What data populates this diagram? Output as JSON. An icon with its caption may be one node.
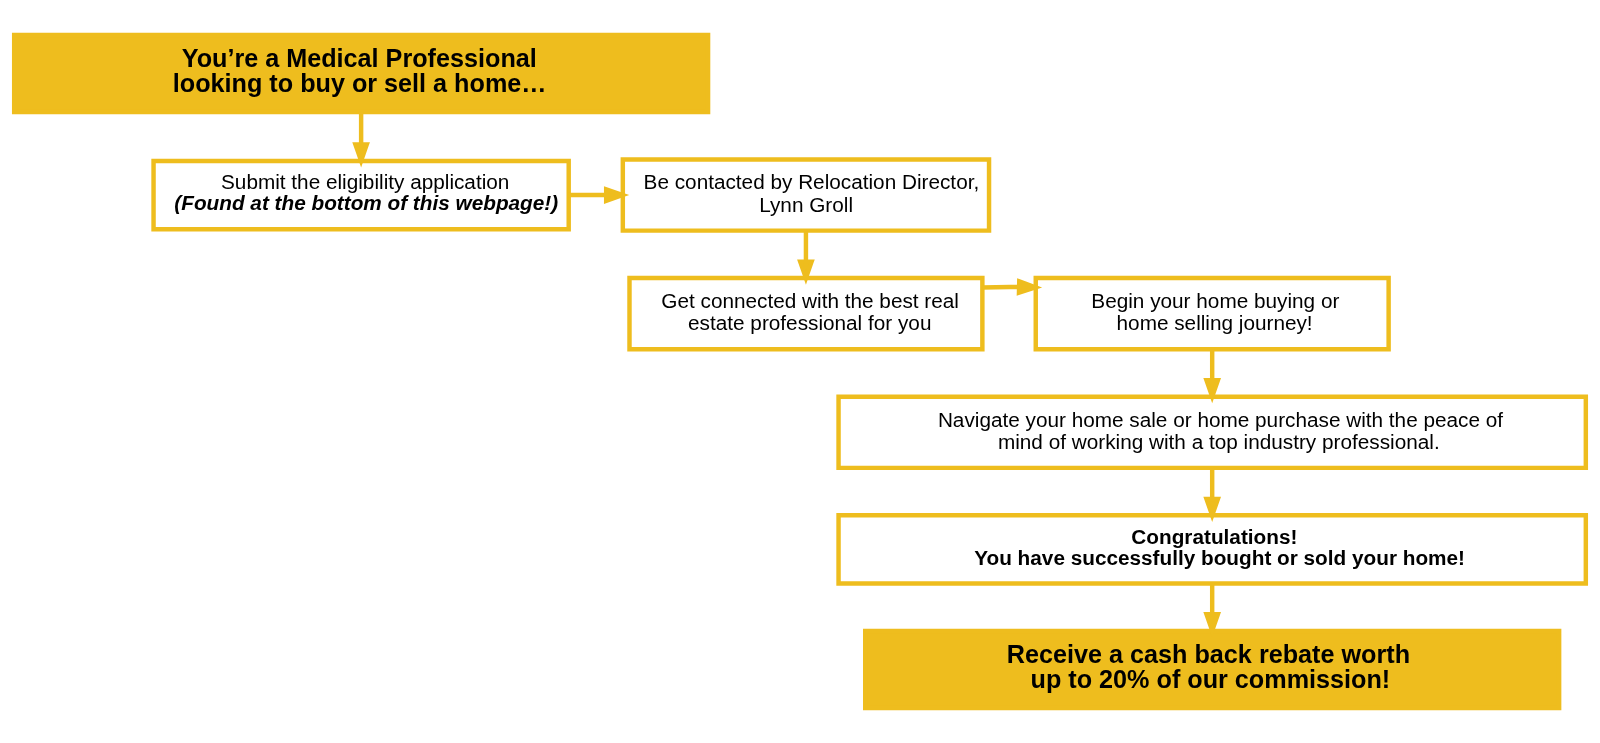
{
  "diagram": {
    "nodes": [
      {
        "text": [
          "You’re a Medical Professional looking to buy or sell a home…"
        ]
      },
      {
        "text": [
          "Submit the eligibility application",
          "(Found at the bottom of this webpage!)"
        ]
      },
      {
        "text": [
          "Be contacted by Relocation Director, Lynn Groll"
        ]
      },
      {
        "text": [
          "Get connected with the best real estate professional for you"
        ]
      },
      {
        "text": [
          "Begin your home buying or home selling journey!"
        ]
      },
      {
        "text": [
          "Navigate your home sale or home purchase with the peace of mind of working with a top industry professional."
        ]
      },
      {
        "text": [
          "Congratulations!",
          "You have successfully bought or sold your home!"
        ]
      },
      {
        "text": [
          "Receive a cash back rebate worth up to 20% of our commission!"
        ]
      }
    ],
    "edges": [
      {
        "from": 0,
        "to": 1,
        "arrow": "to"
      },
      {
        "from": 1,
        "to": 2,
        "arrow": "to"
      },
      {
        "from": 2,
        "to": 3,
        "arrow": "to"
      },
      {
        "from": 3,
        "to": 4,
        "arrow": "to"
      },
      {
        "from": 4,
        "to": 5,
        "arrow": "to"
      },
      {
        "from": 5,
        "to": 6,
        "arrow": "to"
      },
      {
        "from": 6,
        "to": 7,
        "arrow": "to"
      }
    ]
  }
}
